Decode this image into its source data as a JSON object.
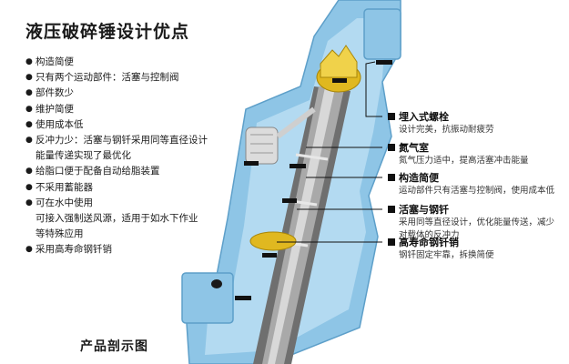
{
  "title": "液压破碎锤设计优点",
  "advantages": [
    {
      "text": "构造简便"
    },
    {
      "text": "只有两个运动部件：活塞与控制阀"
    },
    {
      "text": "部件数少"
    },
    {
      "text": "维护简便"
    },
    {
      "text": "使用成本低"
    },
    {
      "text": "反冲力少：活塞与钢钎采用同等直径设计",
      "cont": "能量传递实现了最优化"
    },
    {
      "text": "给脂口便于配备自动给脂装置"
    },
    {
      "text": "不采用蓄能器"
    },
    {
      "text": "可在水中使用",
      "cont": "可接入强制送风源，适用于如水下作业",
      "cont2": "等特殊应用"
    },
    {
      "text": "采用高寿命钢钎销"
    }
  ],
  "callouts": [
    {
      "title": "埋入式螺栓",
      "desc": "设计完美，抗振动耐疲劳"
    },
    {
      "title": "氮气室",
      "desc": "氮气压力适中，提高活塞冲击能量"
    },
    {
      "title": "构造简便",
      "desc": "运动部件只有活塞与控制阀，使用成本低"
    },
    {
      "title": "活塞与钢钎",
      "desc": "采用同等直径设计，优化能量传送，减少",
      "desc2": "对载体的反冲力"
    },
    {
      "title": "高寿命钢钎销",
      "desc": "钢钎固定牢靠，拆换简便"
    }
  ],
  "caption": "产品剖示图",
  "colors": {
    "body_blue": "#8ec5e6",
    "steel": "#8a8a8a",
    "brass": "#e0b820",
    "text": "#1a1a1a"
  }
}
